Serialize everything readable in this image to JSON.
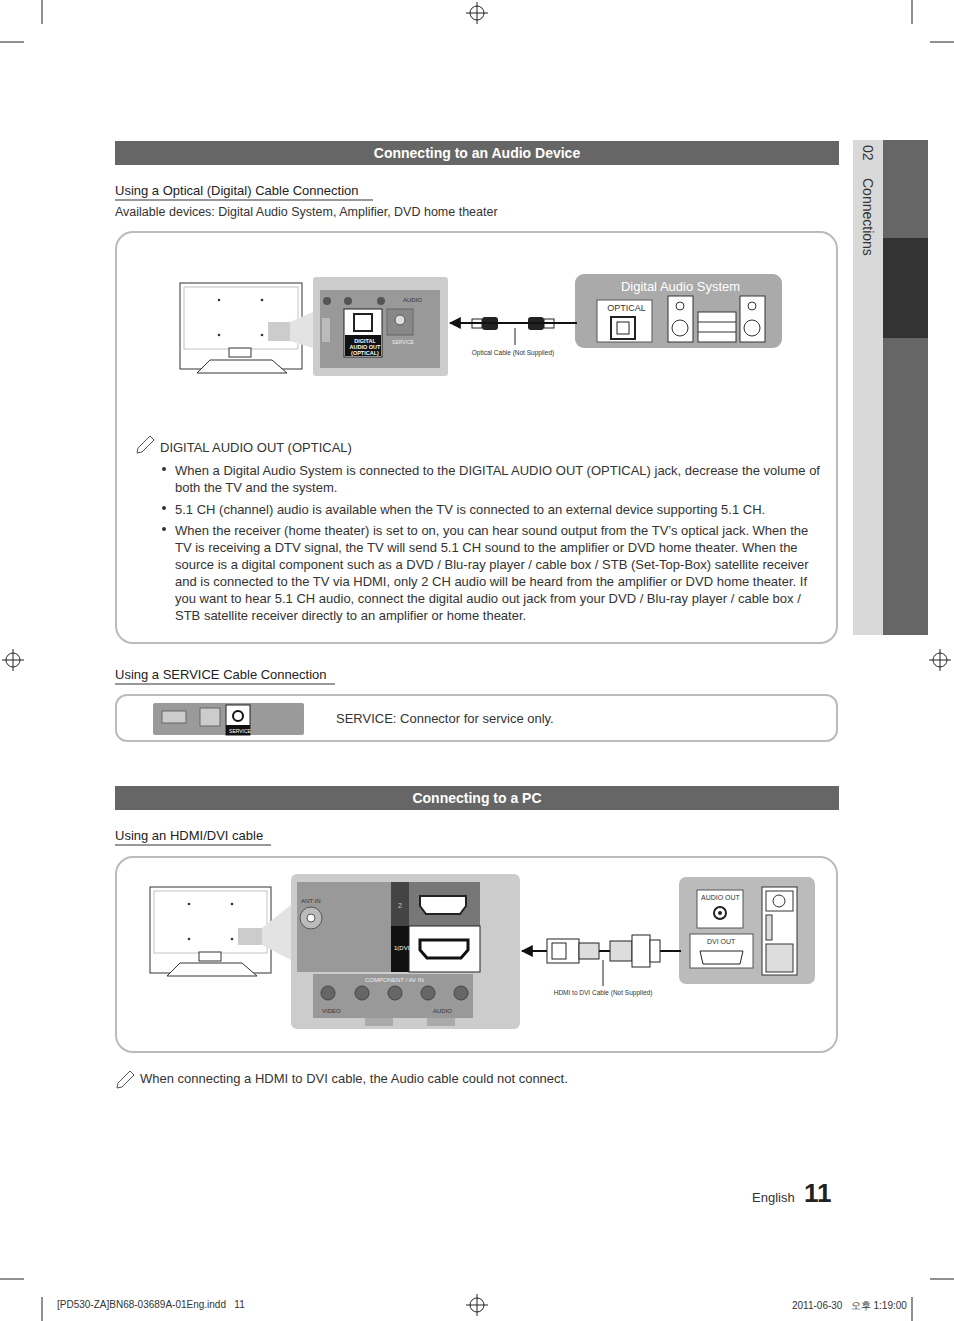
{
  "diagram": {
    "nodes": [
      {
        "text": [
          "Connecting to an Audio Device"
        ]
      },
      {
        "text": [
          "DIGITAL AUDIO OUT (OPTICAL)",
          "When a Digital Audio System is connected to the DIGITAL AUDIO OUT (OPTICAL) jack, decrease the volume of both the TV and the system.",
          "5.1 CH (channel) audio is available when the TV is connected to an external device supporting 5.1 CH.",
          "When the receiver (home theater) is set to on, you can hear sound output from the TV’s optical jack. When the TV is receiving a DTV signal, the TV will send 5.1 CH sound to the amplifier or DVD home theater. When the source is a digital component such as a DVD / Blu-ray player / cable box / STB (Set-Top-Box) satellite receiver and is connected to the TV via HDMI, only 2 CH audio will be heard from the amplifier or DVD home theater. If you want to hear 5.1 CH audio, connect the digital audio out jack from your DVD / Blu-ray player / cable box / STB satellite receiver directly to an amplifier or home theater."
        ]
      },
      {
        "text": [
          "DIGITAL AUDIO OUT (OPTICAL)",
          "SERVICE",
          "AUDIO"
        ],
        "in": 1
      },
      {
        "text": [
          "Digital Audio System",
          "OPTICAL"
        ],
        "in": 1
      },
      {
        "text": [
          "SERVICE: Connector for service only."
        ]
      },
      {
        "text": [
          "SERVICE"
        ],
        "in": 4
      },
      {
        "text": [
          "Connecting to a PC"
        ]
      },
      {
        "text": []
      },
      {
        "text": [
          "ANT IN",
          "2",
          "1(DVI)",
          "COMPONENT / AV IN",
          "VIDEO",
          "AUDIO"
        ],
        "in": 7
      },
      {
        "text": [
          "AUDIO OUT",
          "DVI OUT"
        ],
        "in": 7
      }
    ],
    "edges": [
      {
        "from": 3,
        "to": 2,
        "arrow": "to",
        "label": "Optical Cable (Not Supplied)"
      },
      {
        "from": 9,
        "to": 8,
        "arrow": "to",
        "label": "HDMI to DVI Cable (Not Supplied)"
      }
    ],
    "labels": [
      "02",
      "Connections",
      "Using a Optical (Digital) Cable Connection",
      "Available devices: Digital Audio System, Amplifier, DVD home theater",
      "Using a SERVICE Cable Connection",
      "Using an HDMI/DVI cable",
      "When connecting a HDMI to DVI cable, the Audio cable could not connect.",
      "English",
      "11",
      "[PD530-ZA]BN68-03689A-01Eng.indd   11",
      "2011-06-30   오후 1:19:00"
    ]
  }
}
